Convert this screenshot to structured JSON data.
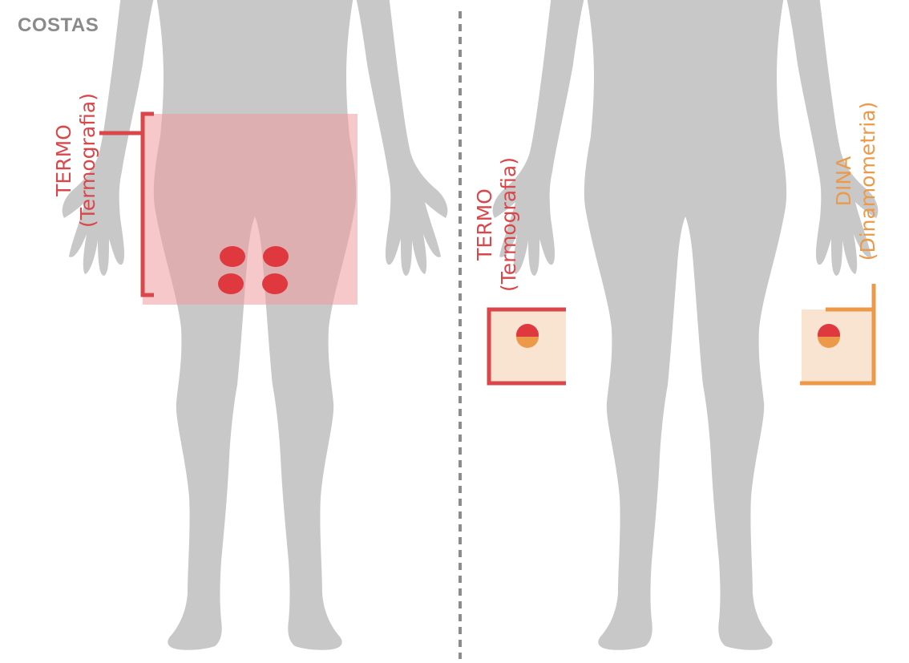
{
  "heading": "COSTAS",
  "colors": {
    "body": "#c8c8c8",
    "termo": "#d9474b",
    "termo_fill": "#f19a9d",
    "dina": "#ec9a4a",
    "dot": "#e0383f",
    "divider": "#8c8c8c",
    "hand_box_fill": "#f7d9c2"
  },
  "left_figure": {
    "termo_label": {
      "line1": "TERMO",
      "line2": "(Termografia)"
    }
  },
  "right_figure": {
    "termo_label": {
      "line1": "TERMO",
      "line2": "(Termografia)"
    },
    "dina_label": {
      "line1": "DINA",
      "line2": "(Dinamometria)"
    }
  }
}
